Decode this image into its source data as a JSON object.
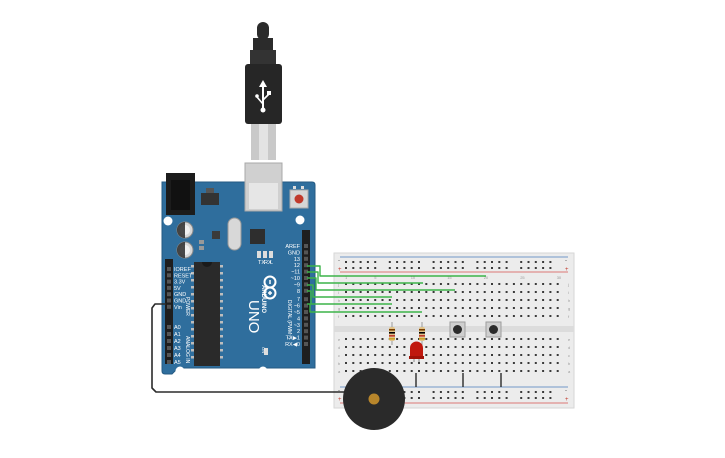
{
  "board": {
    "brand": "ARDUINO",
    "model": "UNO",
    "digital_header": "DIGITAL (PWM~)",
    "power_header": "POWER",
    "analog_header": "ANALOG IN",
    "led_tx": "TX",
    "led_rx": "RX",
    "led_l": "L",
    "led_on": "ON",
    "right_pins": [
      "AREF",
      "GND",
      "13",
      "12",
      "~11",
      "~10",
      "~9",
      "8",
      "7",
      "~6",
      "~5",
      "4",
      "~3",
      "2",
      "TX▶1",
      "RX◀0"
    ],
    "power_pins": [
      "IOREF",
      "RESET",
      "3.3V",
      "5V",
      "GND",
      "GND",
      "Vin"
    ],
    "analog_pins": [
      "A0",
      "A1",
      "A2",
      "A3",
      "A4",
      "A5"
    ]
  },
  "breadboard": {
    "rail_minus": "-",
    "rail_plus": "+",
    "rows_right": [
      "j",
      "i",
      "h",
      "g",
      "f"
    ],
    "rows_left": [
      "e",
      "d",
      "c",
      "b",
      "a"
    ],
    "column_numbers": [
      "1",
      "5",
      "10",
      "15",
      "20",
      "25",
      "30"
    ]
  },
  "colors": {
    "board": "#2f6e9d",
    "wire_signal": "#3cb449",
    "wire_ground": "#2b2b2b",
    "breadboard": "#ececec",
    "rail_red": "#d9534f",
    "rail_blue": "#4a7bbd",
    "led": "#c0180e",
    "buzzer": "#2a2a2a",
    "buzzer_center": "#b8862b"
  },
  "icons": [
    "usb-cable-icon",
    "usb-symbol-icon",
    "reset-button-icon",
    "arduino-logo-icon"
  ]
}
